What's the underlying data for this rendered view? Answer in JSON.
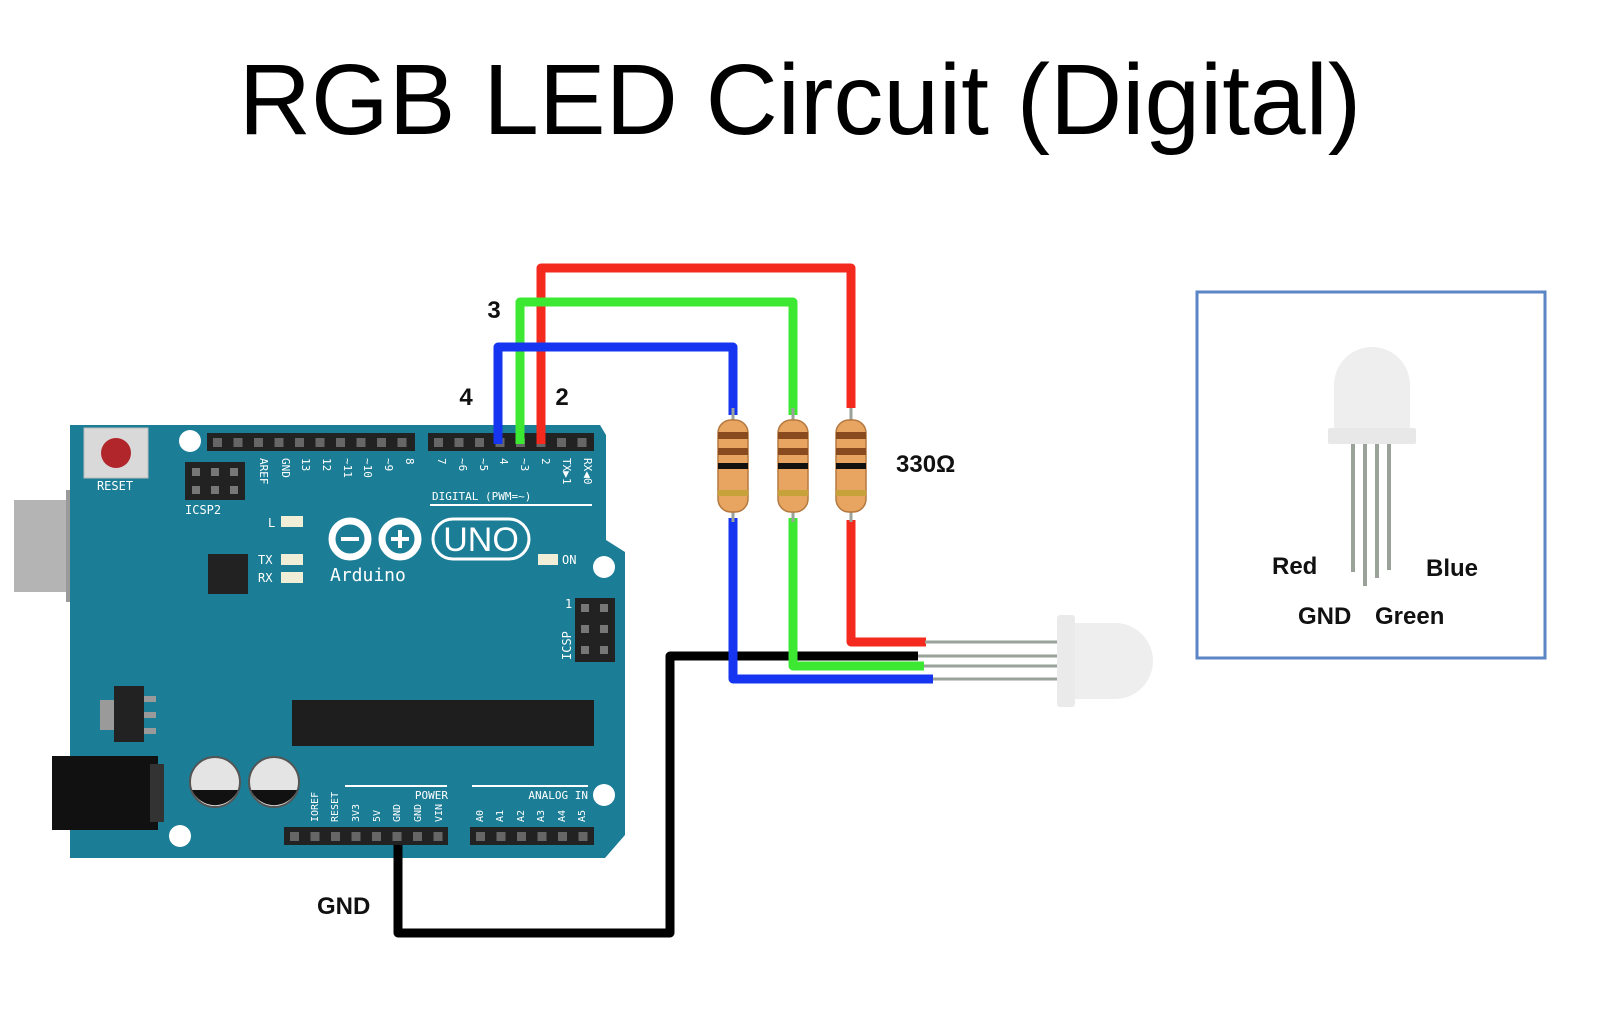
{
  "title": "RGB LED Circuit (Digital)",
  "pin_labels": {
    "pin3": "3",
    "pin4": "4",
    "pin2": "2"
  },
  "resistor_value": "330Ω",
  "gnd_label": "GND",
  "board": {
    "reset": "RESET",
    "icsp2": "ICSP2",
    "led_l": "L",
    "tx": "TX",
    "rx": "RX",
    "on": "ON",
    "brand": "Arduino",
    "model": "UNO",
    "digital_header": "DIGITAL (PWM=~)",
    "power_header": "POWER",
    "analog_header": "ANALOG IN",
    "icsp": "ICSP",
    "icsp_pin1": "1",
    "top_pins": [
      "AREF",
      "GND",
      "13",
      "12",
      "~11",
      "~10",
      "~9",
      "8",
      "7",
      "~6",
      "~5",
      "4",
      "~3",
      "2",
      "TX▶1",
      "RX◀0"
    ],
    "power_pins": [
      "IOREF",
      "RESET",
      "3V3",
      "5V",
      "GND",
      "GND",
      "VIN"
    ],
    "analog_pins": [
      "A0",
      "A1",
      "A2",
      "A3",
      "A4",
      "A5"
    ]
  },
  "legend": {
    "red": "Red",
    "blue": "Blue",
    "gnd": "GND",
    "green": "Green"
  },
  "colors": {
    "board": "#1b7d96",
    "red_wire": "#f52a1e",
    "green_wire": "#3de832",
    "blue_wire": "#1535f0",
    "gnd_wire": "#000000",
    "legend_border": "#5b86c5"
  }
}
